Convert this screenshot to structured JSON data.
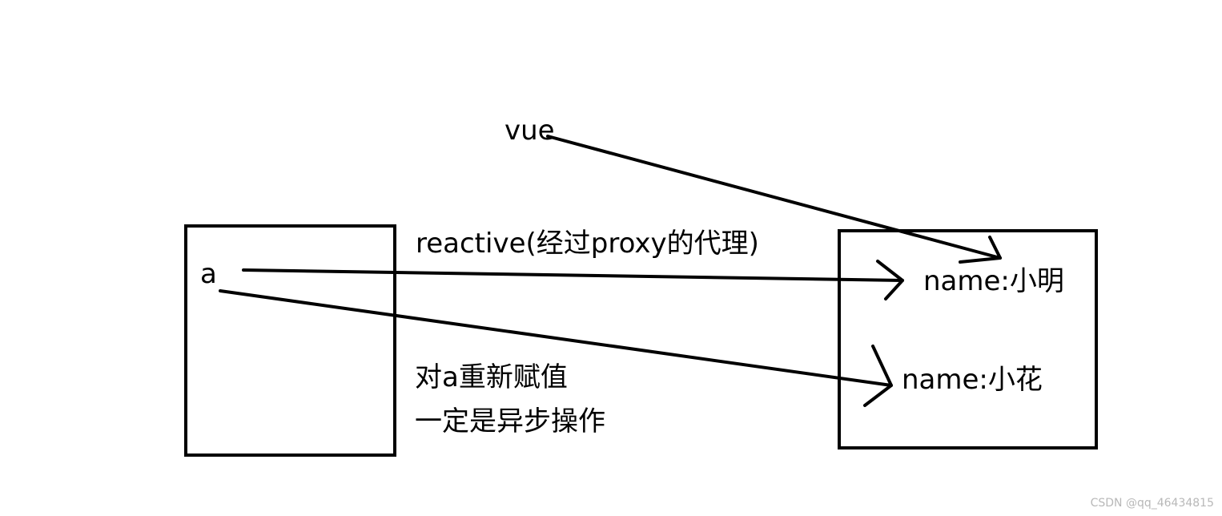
{
  "diagram": {
    "vue_label": "vue",
    "a_label": "a",
    "reactive_label": "reactive(经过proxy的代理)",
    "name_xiaoming": "name:小明",
    "name_xiaohua": "name:小花",
    "reassign_line1": "对a重新赋值",
    "reassign_line2": "一定是异步操作"
  },
  "watermark": "CSDN @qq_46434815",
  "colors": {
    "ink": "#000000",
    "background": "#ffffff",
    "watermark": "#b8b8b8"
  }
}
